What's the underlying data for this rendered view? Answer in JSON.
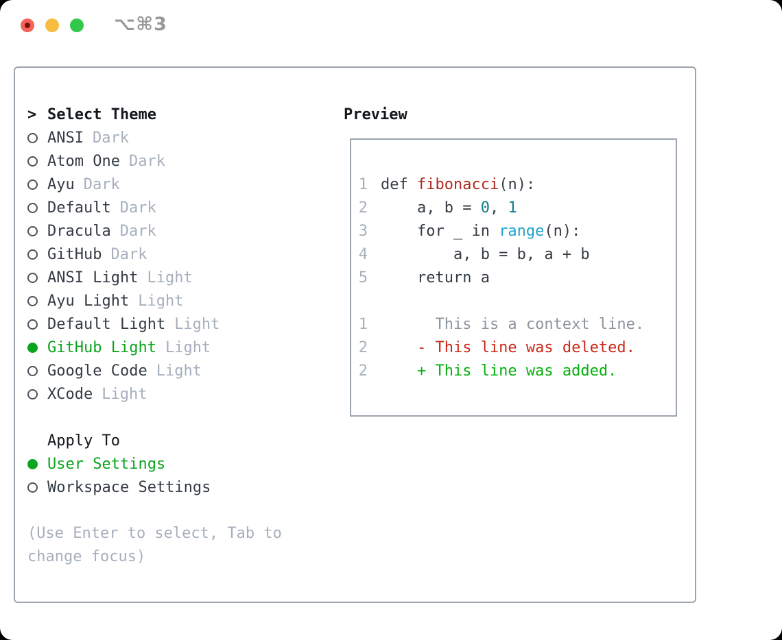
{
  "titlebar": {
    "shortcut": "⌥⌘3",
    "traffic_lights": [
      "close",
      "minimize",
      "zoom"
    ]
  },
  "theme_panel": {
    "title_prefix": ">",
    "title": "Select Theme",
    "themes": [
      {
        "name": "ANSI",
        "variant": "Dark",
        "selected": false
      },
      {
        "name": "Atom One",
        "variant": "Dark",
        "selected": false
      },
      {
        "name": "Ayu",
        "variant": "Dark",
        "selected": false
      },
      {
        "name": "Default",
        "variant": "Dark",
        "selected": false
      },
      {
        "name": "Dracula",
        "variant": "Dark",
        "selected": false
      },
      {
        "name": "GitHub",
        "variant": "Dark",
        "selected": false
      },
      {
        "name": "ANSI Light",
        "variant": "Light",
        "selected": false
      },
      {
        "name": "Ayu Light",
        "variant": "Light",
        "selected": false
      },
      {
        "name": "Default Light",
        "variant": "Light",
        "selected": false
      },
      {
        "name": "GitHub Light",
        "variant": "Light",
        "selected": true
      },
      {
        "name": "Google Code",
        "variant": "Light",
        "selected": false
      },
      {
        "name": "XCode",
        "variant": "Light",
        "selected": false
      }
    ],
    "apply_to": {
      "title": "Apply To",
      "options": [
        {
          "label": "User Settings",
          "selected": true
        },
        {
          "label": "Workspace Settings",
          "selected": false
        }
      ]
    },
    "hint": "(Use Enter to select, Tab to change focus)"
  },
  "preview": {
    "title": "Preview",
    "lines": [
      {
        "num": "1",
        "tokens": [
          {
            "t": "def "
          },
          {
            "t": "fibonacci",
            "c": "function"
          },
          {
            "t": "(n):"
          }
        ]
      },
      {
        "num": "2",
        "tokens": [
          {
            "t": "    a, b = "
          },
          {
            "t": "0",
            "c": "number"
          },
          {
            "t": ", "
          },
          {
            "t": "1",
            "c": "number"
          }
        ]
      },
      {
        "num": "3",
        "tokens": [
          {
            "t": "    for _ in "
          },
          {
            "t": "range",
            "c": "builtin"
          },
          {
            "t": "(n):"
          }
        ]
      },
      {
        "num": "4",
        "tokens": [
          {
            "t": "        a, b = b, a + b"
          }
        ]
      },
      {
        "num": "5",
        "tokens": [
          {
            "t": "    return a"
          }
        ]
      },
      {
        "num": "",
        "tokens": []
      },
      {
        "num": "1",
        "tokens": [
          {
            "t": "      This is a context line.",
            "c": "context"
          }
        ]
      },
      {
        "num": "2",
        "tokens": [
          {
            "t": "    - This line was deleted.",
            "c": "deleted"
          }
        ]
      },
      {
        "num": "2",
        "tokens": [
          {
            "t": "    + This line was added.",
            "c": "added"
          }
        ]
      }
    ]
  },
  "colors": {
    "panel_border": "#9ca4ae",
    "heading": "#14181d",
    "text": "#343b44",
    "muted": "#a6afbc",
    "context": "#8d949c",
    "selected_green": "#0ba41e",
    "added_green": "#05b00c",
    "deleted_red": "#c9291a",
    "function_red": "#ae2a1f",
    "number_teal": "#0e7e86",
    "builtin_blue": "#22a0cd",
    "traffic_red": "#f3635a",
    "traffic_red_dot": "#7c1008",
    "traffic_yellow": "#f6bd40",
    "traffic_green": "#33c84b",
    "shortcut_gray": "#97999c"
  }
}
